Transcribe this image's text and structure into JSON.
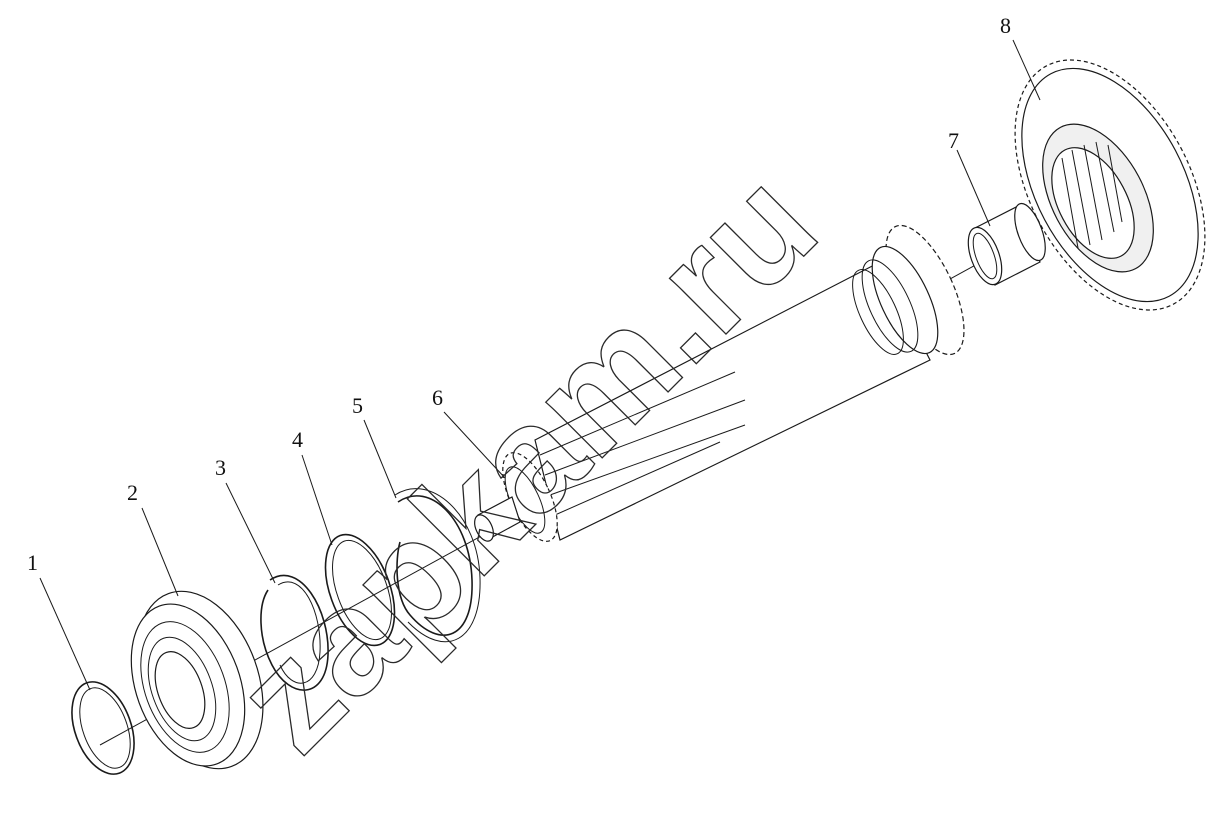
{
  "diagram": {
    "watermark": "zapkam.ru",
    "corner_mark": "",
    "parts": [
      {
        "number": "1",
        "name": "ring"
      },
      {
        "number": "2",
        "name": "ball-bearing"
      },
      {
        "number": "3",
        "name": "snap-ring"
      },
      {
        "number": "4",
        "name": "ring"
      },
      {
        "number": "5",
        "name": "snap-ring"
      },
      {
        "number": "6",
        "name": "splined-shaft"
      },
      {
        "number": "7",
        "name": "bushing"
      },
      {
        "number": "8",
        "name": "gear"
      }
    ]
  }
}
